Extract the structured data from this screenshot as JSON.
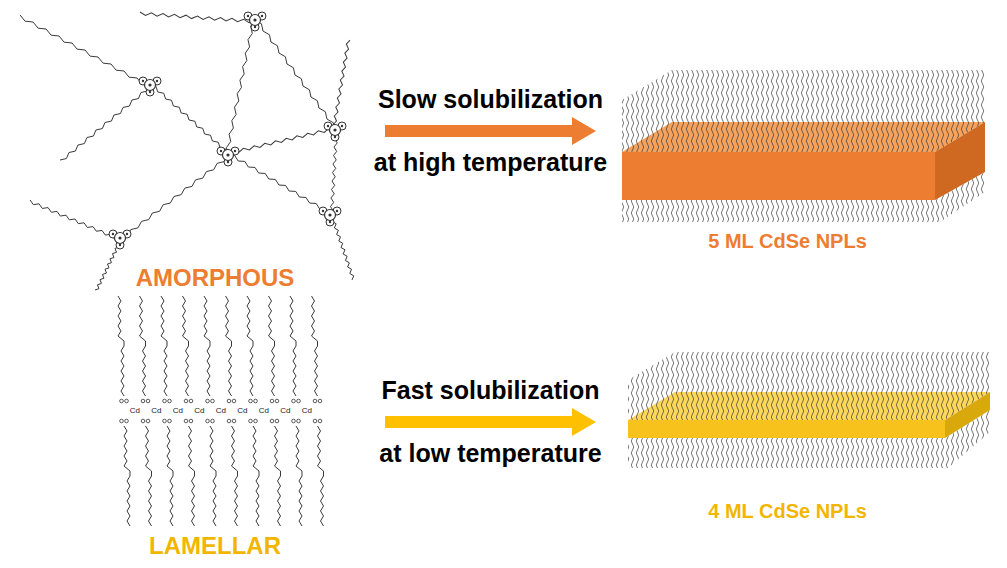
{
  "diagram": {
    "nodes": [
      {
        "text": [
          "AMORPHOUS"
        ]
      },
      {
        "text": [
          "5 ML CdSe NPLs"
        ]
      },
      {
        "text": [
          "LAMELLAR"
        ]
      },
      {
        "text": [
          "4 ML CdSe NPLs"
        ]
      }
    ],
    "edges": [
      {
        "from": 0,
        "to": 1,
        "arrow": "to",
        "label": "Slow solubilization at high temperature"
      },
      {
        "from": 2,
        "to": 3,
        "arrow": "to",
        "label": "Fast solubilization at low temperature"
      }
    ],
    "labels": [
      "Cd",
      "Cd",
      "Cd",
      "Cd",
      "Cd",
      "Cd",
      "Cd",
      "Cd",
      "Cd"
    ]
  }
}
